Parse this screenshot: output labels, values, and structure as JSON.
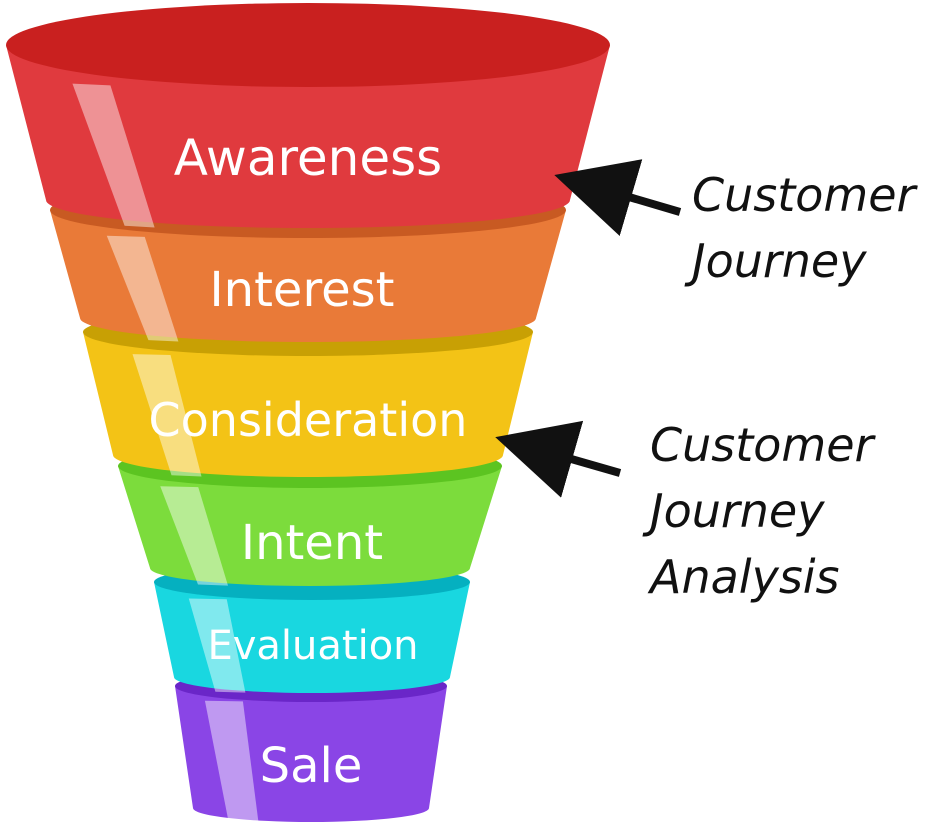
{
  "stages": [
    {
      "label": "Awareness",
      "color": "#e03a3e",
      "top_color": "#c9201f"
    },
    {
      "label": "Interest",
      "color": "#e97a38",
      "top_color": "#c85a22"
    },
    {
      "label": "Consideration",
      "color": "#f3c316",
      "top_color": "#c8a004"
    },
    {
      "label": "Intent",
      "color": "#7cdc3c",
      "top_color": "#5cc421"
    },
    {
      "label": "Evaluation",
      "color": "#19d7e0",
      "top_color": "#05b0c0"
    },
    {
      "label": "Sale",
      "color": "#8a45e6",
      "top_color": "#6a26c8"
    }
  ],
  "annotations": [
    {
      "lines": [
        "Customer",
        "Journey"
      ],
      "points_to": "Awareness"
    },
    {
      "lines": [
        "Customer",
        "Journey",
        "Analysis"
      ],
      "points_to": "Consideration"
    }
  ]
}
